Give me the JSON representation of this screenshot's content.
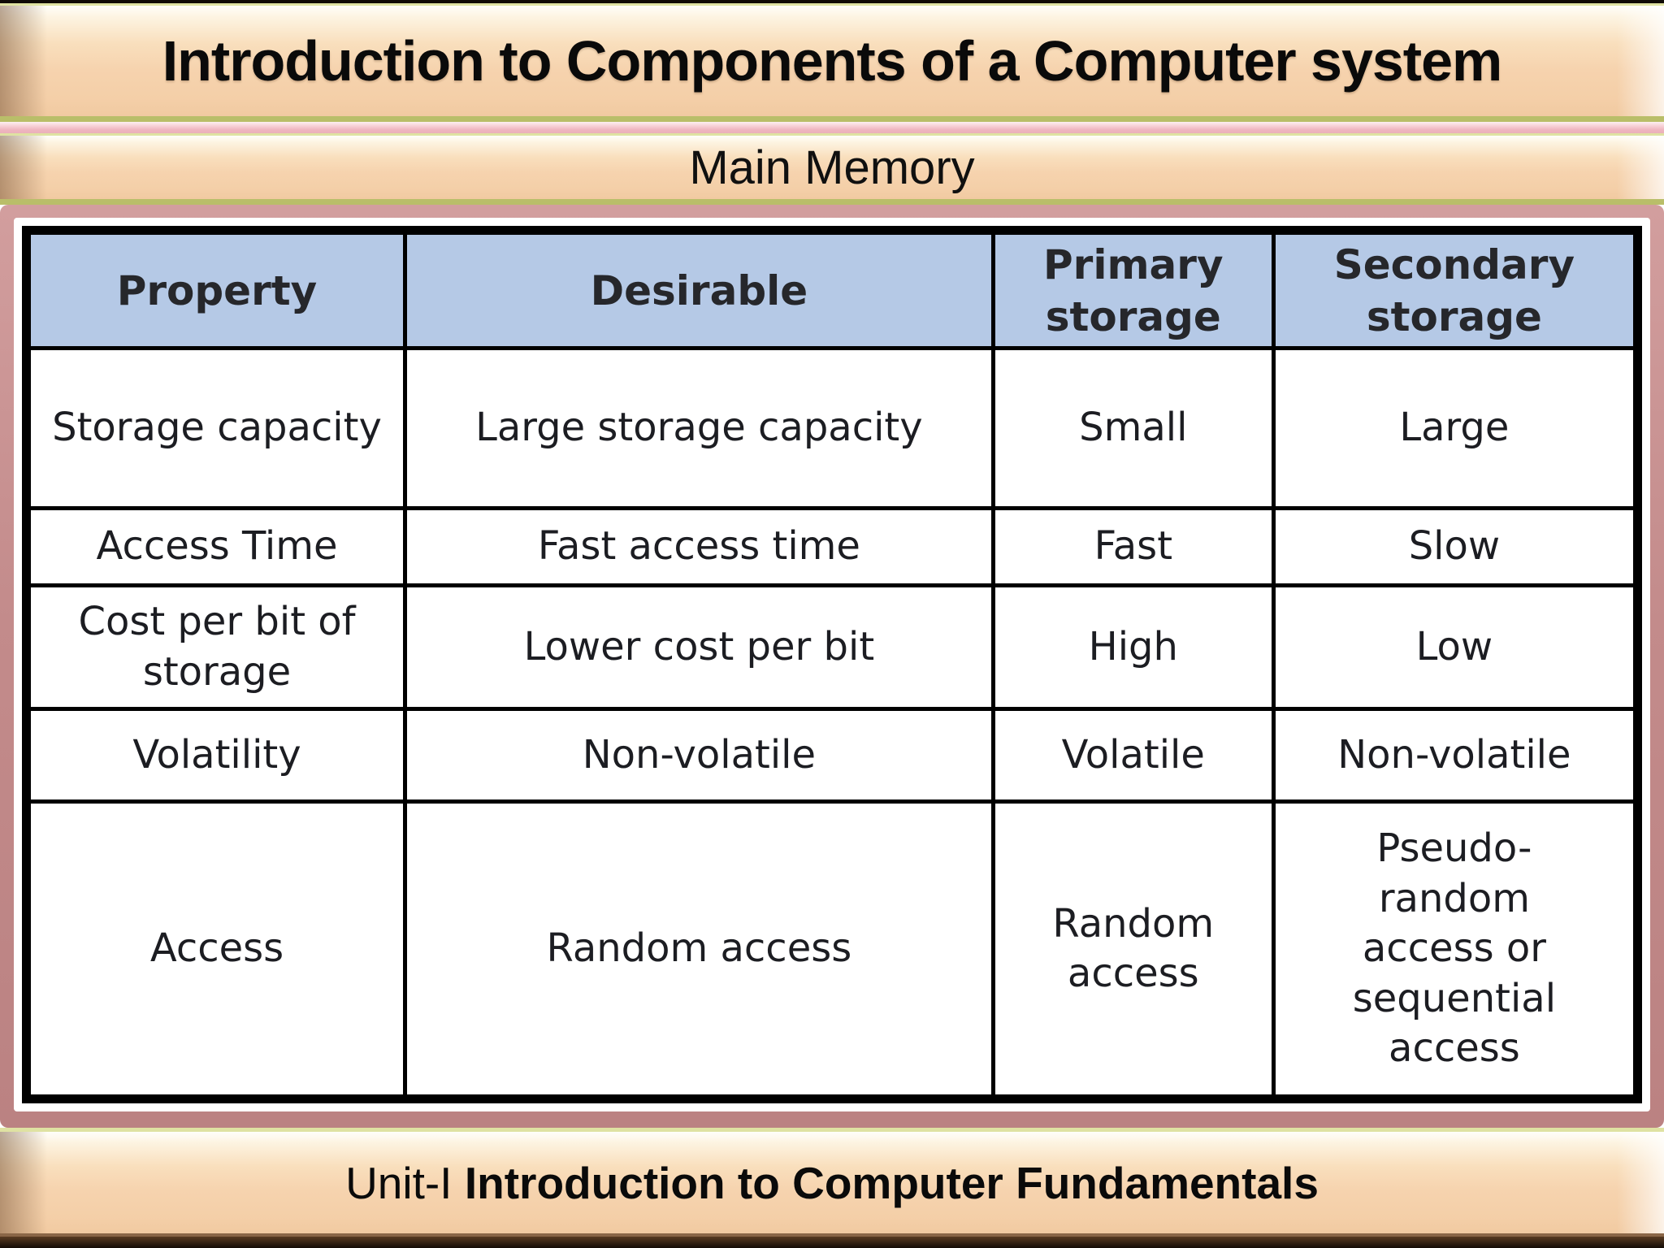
{
  "slide": {
    "title": "Introduction to Components of a Computer system",
    "subtitle": "Main Memory",
    "footer": {
      "prefix": "Unit-I",
      "emphasis": "Introduction to Computer Fundamentals"
    }
  },
  "table": {
    "headers": [
      "Property",
      "Desirable",
      "Primary storage",
      "Secondary storage"
    ],
    "rows": [
      {
        "cells": [
          "Storage capacity",
          "Large storage capacity",
          "Small",
          "Large"
        ]
      },
      {
        "cells": [
          "Access Time",
          "Fast access time",
          "Fast",
          "Slow"
        ]
      },
      {
        "cells": [
          "Cost per bit of storage",
          "Lower cost per bit",
          "High",
          "Low"
        ]
      },
      {
        "cells": [
          "Volatility",
          "Non-volatile",
          "Volatile",
          "Non-volatile"
        ]
      },
      {
        "cells": [
          "Access",
          "Random access",
          "Random access",
          "Pseudo-random access or sequential access"
        ]
      }
    ]
  },
  "colors": {
    "banner_peach": "#f6d3ae",
    "banner_edge_olive": "#b9be69",
    "separator_pink": "#efb5bf",
    "frame_mauve": "#c38b8b",
    "table_header_bg": "#b5c9e6",
    "table_border": "#000000",
    "text": "#1c1d22"
  }
}
